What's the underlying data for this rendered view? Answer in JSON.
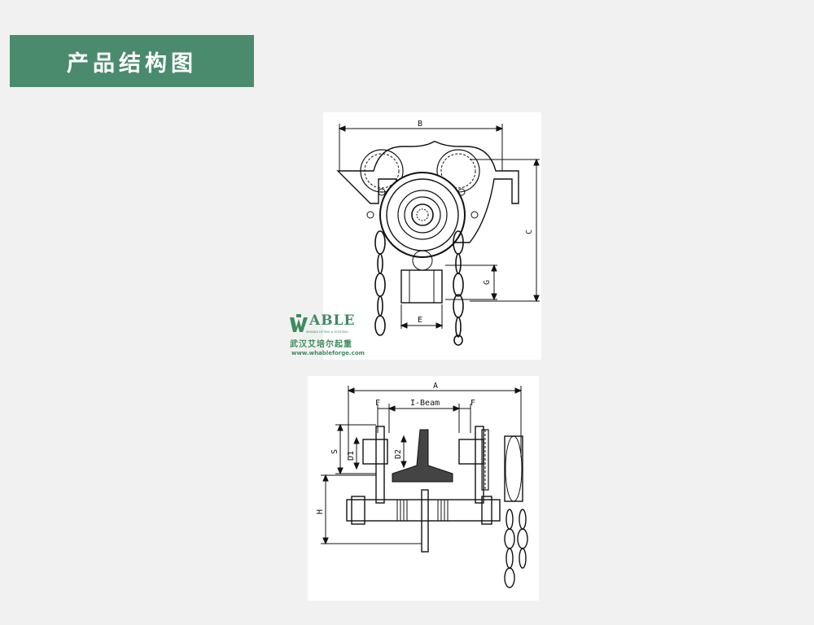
{
  "header": {
    "title": "产品结构图"
  },
  "drawing_top": {
    "dimensions": {
      "b": "B",
      "c": "C",
      "g": "G",
      "e": "E"
    }
  },
  "drawing_bottom": {
    "dimensions": {
      "a": "A",
      "i_beam": "I-Beam",
      "f_left": "F",
      "f_right": "F",
      "s": "S",
      "d1": "D1",
      "d2": "D2",
      "h": "H"
    }
  },
  "logo": {
    "word": "ABLE",
    "tagline": "WHABLE LIFTING & HOISTING",
    "company_cn": "武汉艾培尔起重",
    "url": "www.whableforge.com",
    "color": "#3f8a5f"
  },
  "colors": {
    "banner": "#4a8b6e",
    "background": "#f1f1f1"
  }
}
